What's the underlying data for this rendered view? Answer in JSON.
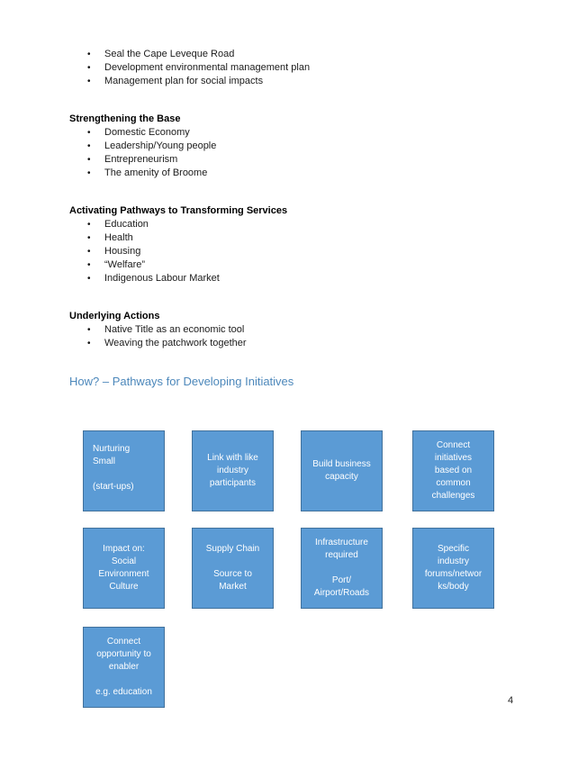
{
  "document": {
    "bullet_char": "•",
    "intro_items": [
      "Seal the Cape Leveque Road",
      "Development environmental management plan",
      "Management plan for social impacts"
    ],
    "sections": [
      {
        "heading": "Strengthening the Base",
        "items": [
          "Domestic Economy",
          "Leadership/Young people",
          "Entrepreneurism",
          "The amenity of Broome"
        ]
      },
      {
        "heading": "Activating Pathways to Transforming Services",
        "items": [
          "Education",
          "Health",
          "Housing",
          "“Welfare”",
          "Indigenous Labour Market"
        ]
      },
      {
        "heading": "Underlying Actions",
        "items": [
          "Native Title as an economic tool",
          "Weaving the patchwork together"
        ]
      }
    ],
    "how_heading": "How? – Pathways for Developing Initiatives",
    "diagram": {
      "fill_color": "#5b9bd5",
      "border_color": "#41719c",
      "text_color": "#ffffff",
      "boxes": [
        {
          "text": "Nurturing\nSmall\n\n(start-ups)"
        },
        {
          "text": "Link with like\nindustry\nparticipants"
        },
        {
          "text": "Build business\ncapacity"
        },
        {
          "text": "Connect\ninitiatives\nbased on\ncommon\nchallenges"
        },
        {
          "text": "Impact on:\nSocial\nEnvironment\nCulture"
        },
        {
          "text": "Supply Chain\n\nSource to\nMarket"
        },
        {
          "text": "Infrastructure\nrequired\n\nPort/\nAirport/Roads"
        },
        {
          "text": "Specific\nindustry\nforums/networ\nks/body"
        },
        {
          "text": "Connect\nopportunity to\nenabler\n\ne.g. education"
        }
      ]
    },
    "colors": {
      "heading_blue": "#4d88bb",
      "body_text": "#1f1f1f"
    },
    "page_number": "4"
  }
}
